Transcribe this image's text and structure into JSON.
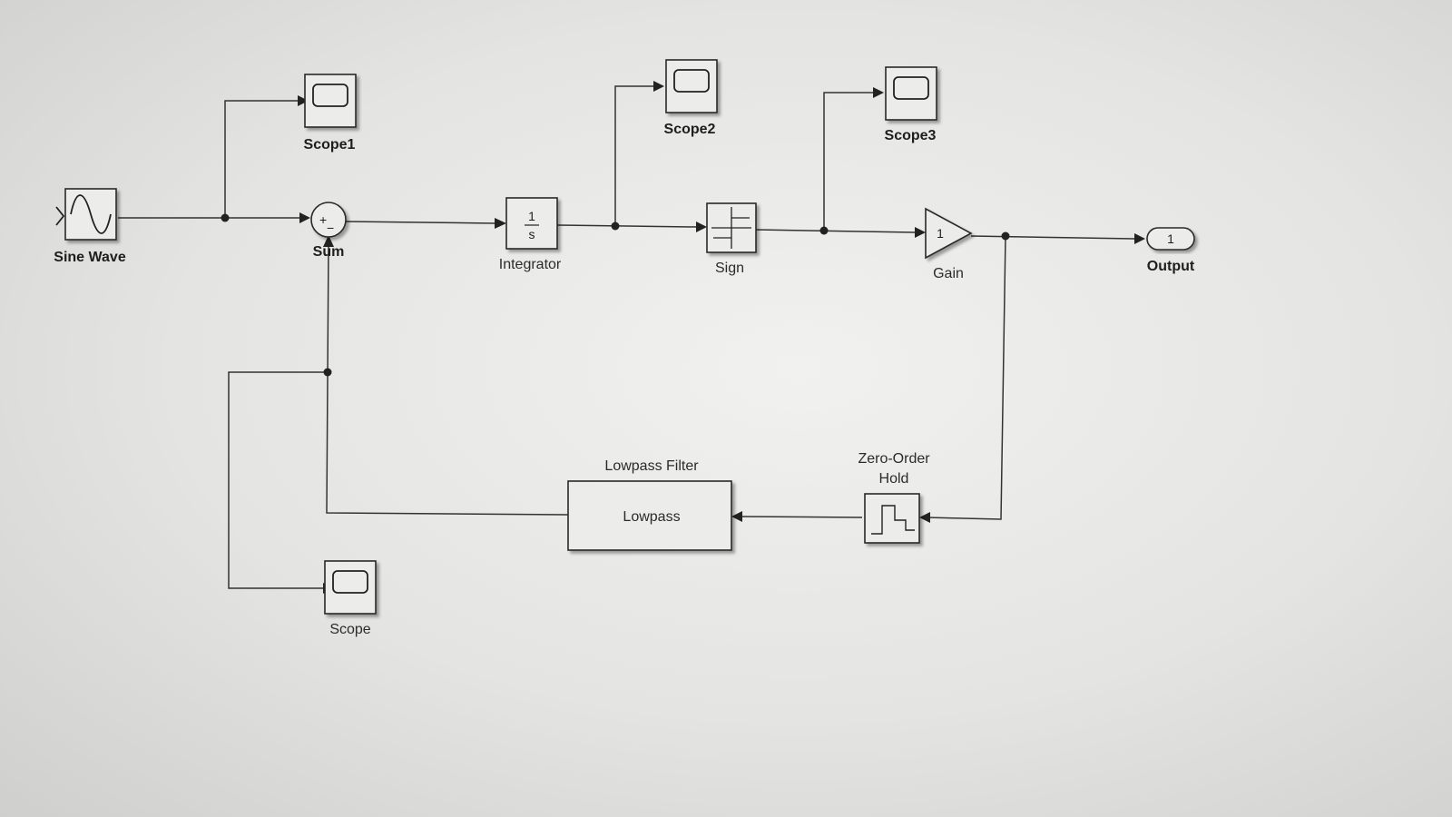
{
  "blocks": {
    "sine_wave": {
      "label": "Sine Wave"
    },
    "scope1": {
      "label": "Scope1"
    },
    "sum": {
      "label": "Sum",
      "sign_plus": "+",
      "sign_minus": "−"
    },
    "integrator": {
      "label": "Integrator",
      "numerator": "1",
      "denominator": "s"
    },
    "scope2": {
      "label": "Scope2"
    },
    "sign": {
      "label": "Sign"
    },
    "scope3": {
      "label": "Scope3"
    },
    "gain": {
      "label": "Gain",
      "value": "1"
    },
    "output": {
      "label": "Output",
      "port": "1"
    },
    "zoh": {
      "label_line1": "Zero-Order",
      "label_line2": "Hold"
    },
    "lowpass": {
      "title": "Lowpass Filter",
      "text": "Lowpass"
    },
    "scope": {
      "label": "Scope"
    }
  },
  "icons": [
    "sine-wave-icon",
    "scope-screen-icon",
    "step-sign-icon",
    "staircase-hold-icon"
  ]
}
